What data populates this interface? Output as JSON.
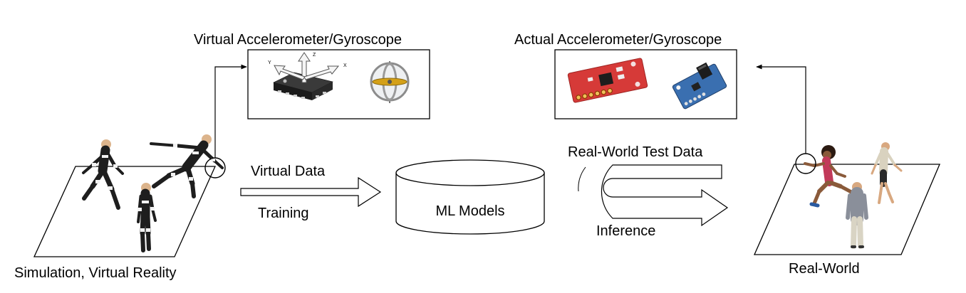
{
  "labels": {
    "virtual_sensor_title": "Virtual Accelerometer/Gyroscope",
    "actual_sensor_title": "Actual Accelerometer/Gyroscope",
    "virtual_data": "Virtual Data",
    "training": "Training",
    "ml_models": "ML Models",
    "real_world_test_data": "Real-World Test Data",
    "inference": "Inference",
    "simulation": "Simulation, Virtual Reality",
    "real_world": "Real-World",
    "axis_x": "X",
    "axis_y": "Y",
    "axis_z": "Z"
  },
  "colors": {
    "stroke": "#000000",
    "sensor_red": "#d63a38",
    "sensor_blue": "#3a6fb0",
    "suit_black": "#1e1e1e",
    "suit_white": "#f2f2f2",
    "skin": "#e0b08a"
  },
  "icons": {
    "virtual_accelerometer": "accelerometer-chip-icon",
    "virtual_gyroscope": "gyroscope-icon",
    "actual_accelerometer": "red-sensor-board-icon",
    "actual_gyroscope": "blue-sensor-board-icon"
  }
}
